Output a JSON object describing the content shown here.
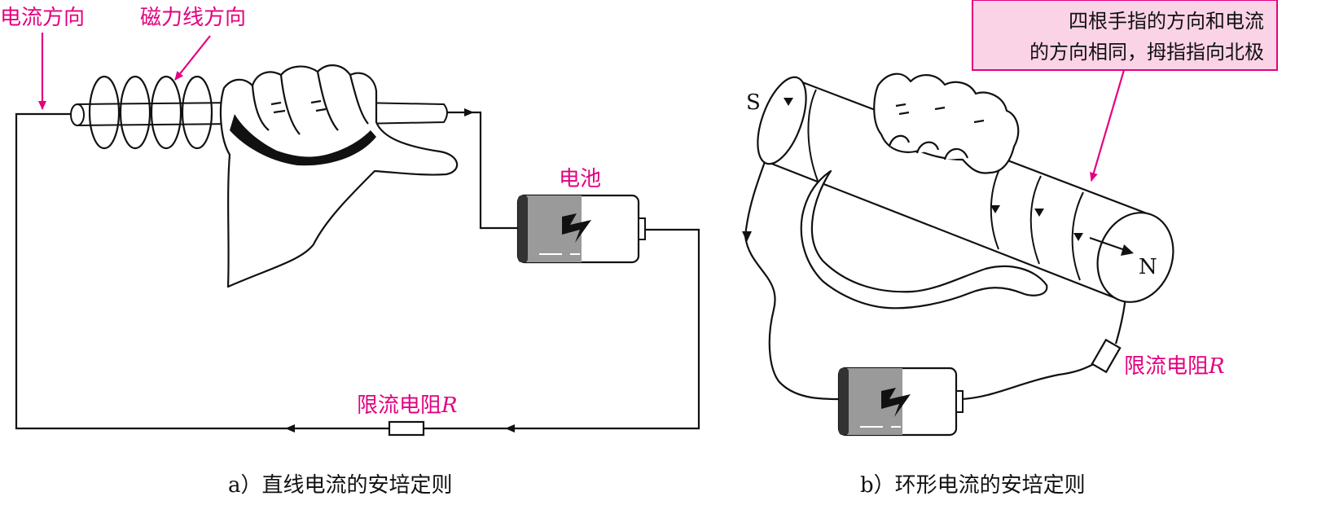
{
  "colors": {
    "annotation": "#e4007f",
    "callout_bg": "#fbd3e6",
    "line": "#111111",
    "battery_body": "#9a9a9a"
  },
  "panel_a": {
    "current_direction_label": "电流方向",
    "field_line_direction_label": "磁力线方向",
    "battery_label": "电池",
    "resistor_label": "限流电阻",
    "resistor_symbol": "R",
    "caption": "a）直线电流的安培定则"
  },
  "panel_b": {
    "callout_line1": "四根手指的方向和电流",
    "callout_line2": "的方向相同，拇指指向北极",
    "pole_s": "S",
    "pole_n": "N",
    "resistor_label": "限流电阻",
    "resistor_symbol": "R",
    "caption": "b）环形电流的安培定则"
  }
}
